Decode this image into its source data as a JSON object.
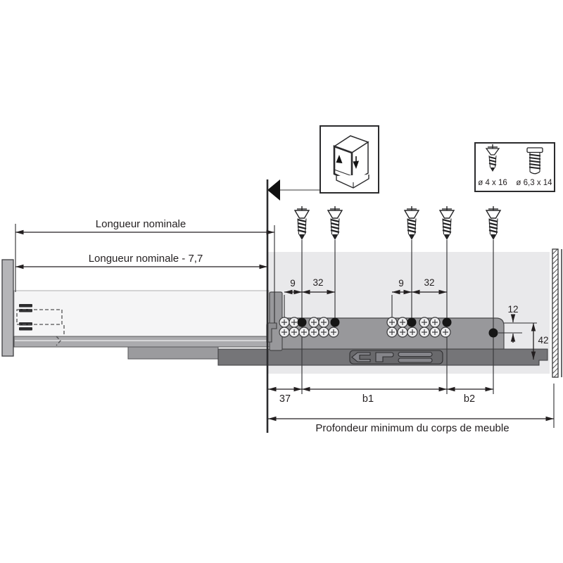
{
  "diagram": {
    "title": "Drawer slide mounting diagram",
    "dimensions": {
      "nominal_length": "Longueur nominale",
      "nominal_length_minus": "Longueur nominale - 7,7",
      "front_hole_offset_1": "9",
      "hole_pitch_1": "32",
      "front_hole_offset_2": "9",
      "hole_pitch_2": "32",
      "top_to_hole": "12",
      "slide_height": "42",
      "front_setback": "37",
      "span_b1": "b1",
      "span_b2": "b2",
      "min_depth": "Profondeur minimum du corps de meuble"
    },
    "screw_box": {
      "countersunk_label": "ø 4 x 16",
      "pan_head_label": "ø 6,3 x 14"
    },
    "icons": {
      "cabinet_mount": "isometric cabinet with mounting direction arrows",
      "front_edge_marker": "solid left-pointing triangle at cabinet front edge",
      "countersunk_screw": "countersunk chipboard screw",
      "pan_head_screw": "pan-head euro screw",
      "cross_hole": "adjustment hole with cross recess",
      "fixing_hole": "filled fixing hole"
    },
    "colors": {
      "line": "#231f20",
      "cabinet_panel": "#e9e9eb",
      "upper_rail": "#98989b",
      "lower_rail": "#757578",
      "drawer_panel": "#f5f5f6",
      "drawer_profile": "#ababae",
      "front_panel": "#b5b5b8",
      "hole_fill": "#efeff0",
      "hole_black": "#161616"
    }
  }
}
